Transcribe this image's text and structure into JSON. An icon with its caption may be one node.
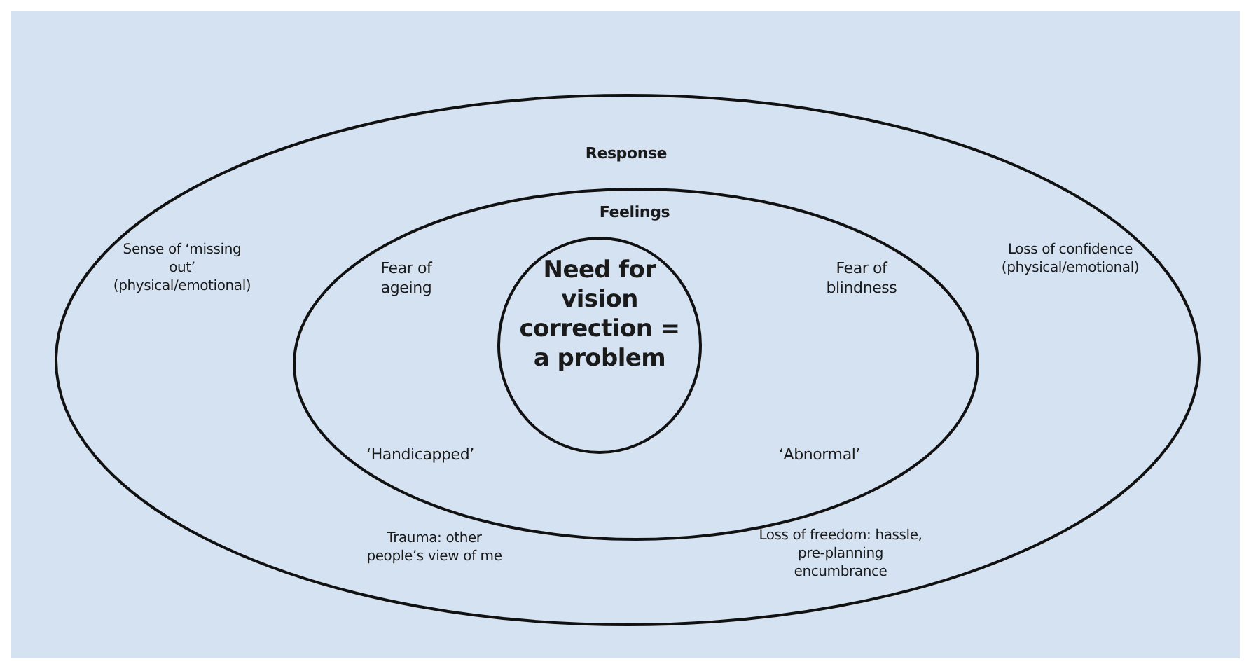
{
  "diagram": {
    "nodes": [
      {
        "text": [
          "Response",
          "Sense of ‘missing out’ (physical/emotional)",
          "Loss of confidence (physical/emotional)",
          "Trauma: other people’s view of me",
          "Loss of freedom: hassle, pre-planning encumbrance"
        ]
      },
      {
        "text": [
          "Feelings",
          "Fear of ageing",
          "Fear of blindness",
          "‘Handicapped’",
          "‘Abnormal’"
        ],
        "in": 0
      },
      {
        "text": [
          "Need for vision correction = a problem"
        ],
        "in": 1
      }
    ]
  }
}
